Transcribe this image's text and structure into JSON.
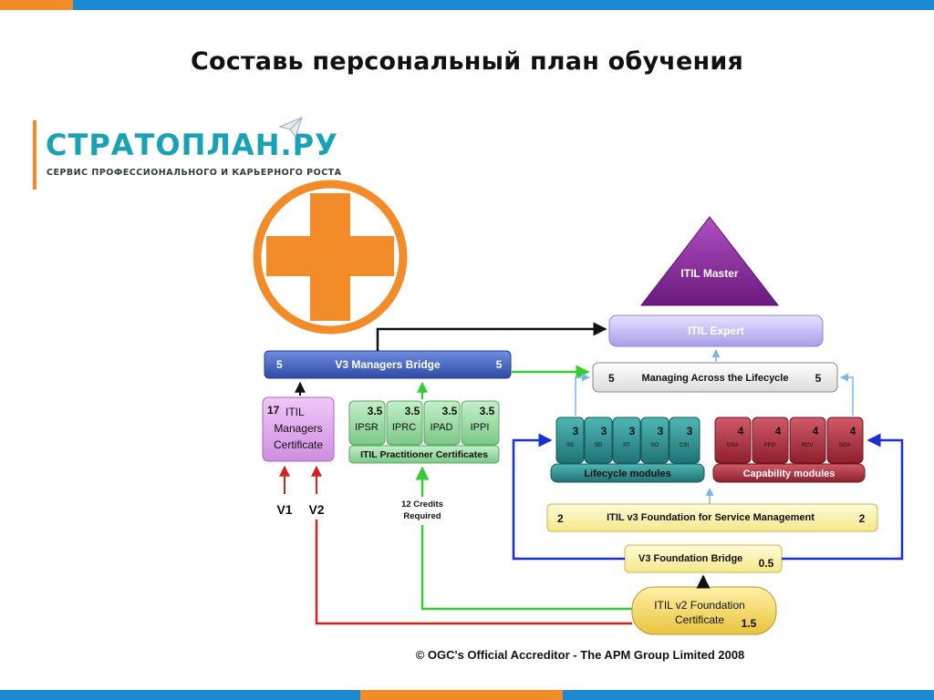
{
  "slide": {
    "title": "Составь персональный план обучения",
    "footer": "© OGC's Official Accreditor - The APM Group Limited 2008"
  },
  "logo": {
    "name": "СТРАТОПЛАН.РУ",
    "tagline": "СЕРВИС ПРОФЕССИОНАЛЬНОГО И КАРЬЕРНОГО РОСТА",
    "icons": [
      "paper-plane-icon",
      "plus-icon"
    ]
  },
  "colors": {
    "brand_orange": "#f28c28",
    "brand_teal": "#17a3b5",
    "bar_blue": "#1b8ad3",
    "master_purple": "#7a1f8a",
    "expert_lavender": "#c9c3f0",
    "bridge_blue": "#3f5fb8",
    "managers_pink": "#d89be8",
    "practitioner_green": "#8fd49a",
    "lifecycle_teal": "#2b8f8f",
    "capability_red": "#a82c3c",
    "foundation_yellow": "#fff6b0",
    "v2_gold": "#f5d860",
    "arrow_black": "#111111",
    "arrow_red": "#d42020",
    "arrow_green": "#33cc33",
    "arrow_blue": "#1a2fd0",
    "arrow_lightblue": "#7ab6e6"
  },
  "diagram": {
    "master": "ITIL Master",
    "expert": "ITIL Expert",
    "mall": {
      "label": "Managing Across the Lifecycle",
      "credit_left": "5",
      "credit_right": "5"
    },
    "managers_bridge": {
      "label": "V3 Managers Bridge",
      "credit_left": "5",
      "credit_right": "5"
    },
    "managers_cert": {
      "credits": "17",
      "line1": "ITIL",
      "line2": "Managers",
      "line3": "Certificate"
    },
    "practitioner": {
      "modules": [
        {
          "credits": "3.5",
          "name": "IPSR"
        },
        {
          "credits": "3.5",
          "name": "IPRC"
        },
        {
          "credits": "3.5",
          "name": "IPAD"
        },
        {
          "credits": "3.5",
          "name": "IPPI"
        }
      ],
      "label": "ITIL Practitioner Certificates"
    },
    "lifecycle": {
      "modules": [
        {
          "credits": "3",
          "name": "SS"
        },
        {
          "credits": "3",
          "name": "SD"
        },
        {
          "credits": "3",
          "name": "ST"
        },
        {
          "credits": "3",
          "name": "SO"
        },
        {
          "credits": "3",
          "name": "CSI"
        }
      ],
      "label": "Lifecycle modules"
    },
    "capability": {
      "modules": [
        {
          "credits": "4",
          "name": "OSA"
        },
        {
          "credits": "4",
          "name": "PPO"
        },
        {
          "credits": "4",
          "name": "RCV"
        },
        {
          "credits": "4",
          "name": "SOA"
        }
      ],
      "label": "Capability modules"
    },
    "foundation": {
      "label": "ITIL v3 Foundation for Service Management",
      "credit_left": "2",
      "credit_right": "2"
    },
    "foundation_bridge": {
      "label": "V3 Foundation Bridge",
      "credits": "0.5"
    },
    "v2_foundation": {
      "line1": "ITIL v2 Foundation",
      "line2": "Certificate",
      "credits": "1.5"
    },
    "v1_label": "V1",
    "v2_label": "V2",
    "credits_note_line1": "12 Credits",
    "credits_note_line2": "Required"
  }
}
